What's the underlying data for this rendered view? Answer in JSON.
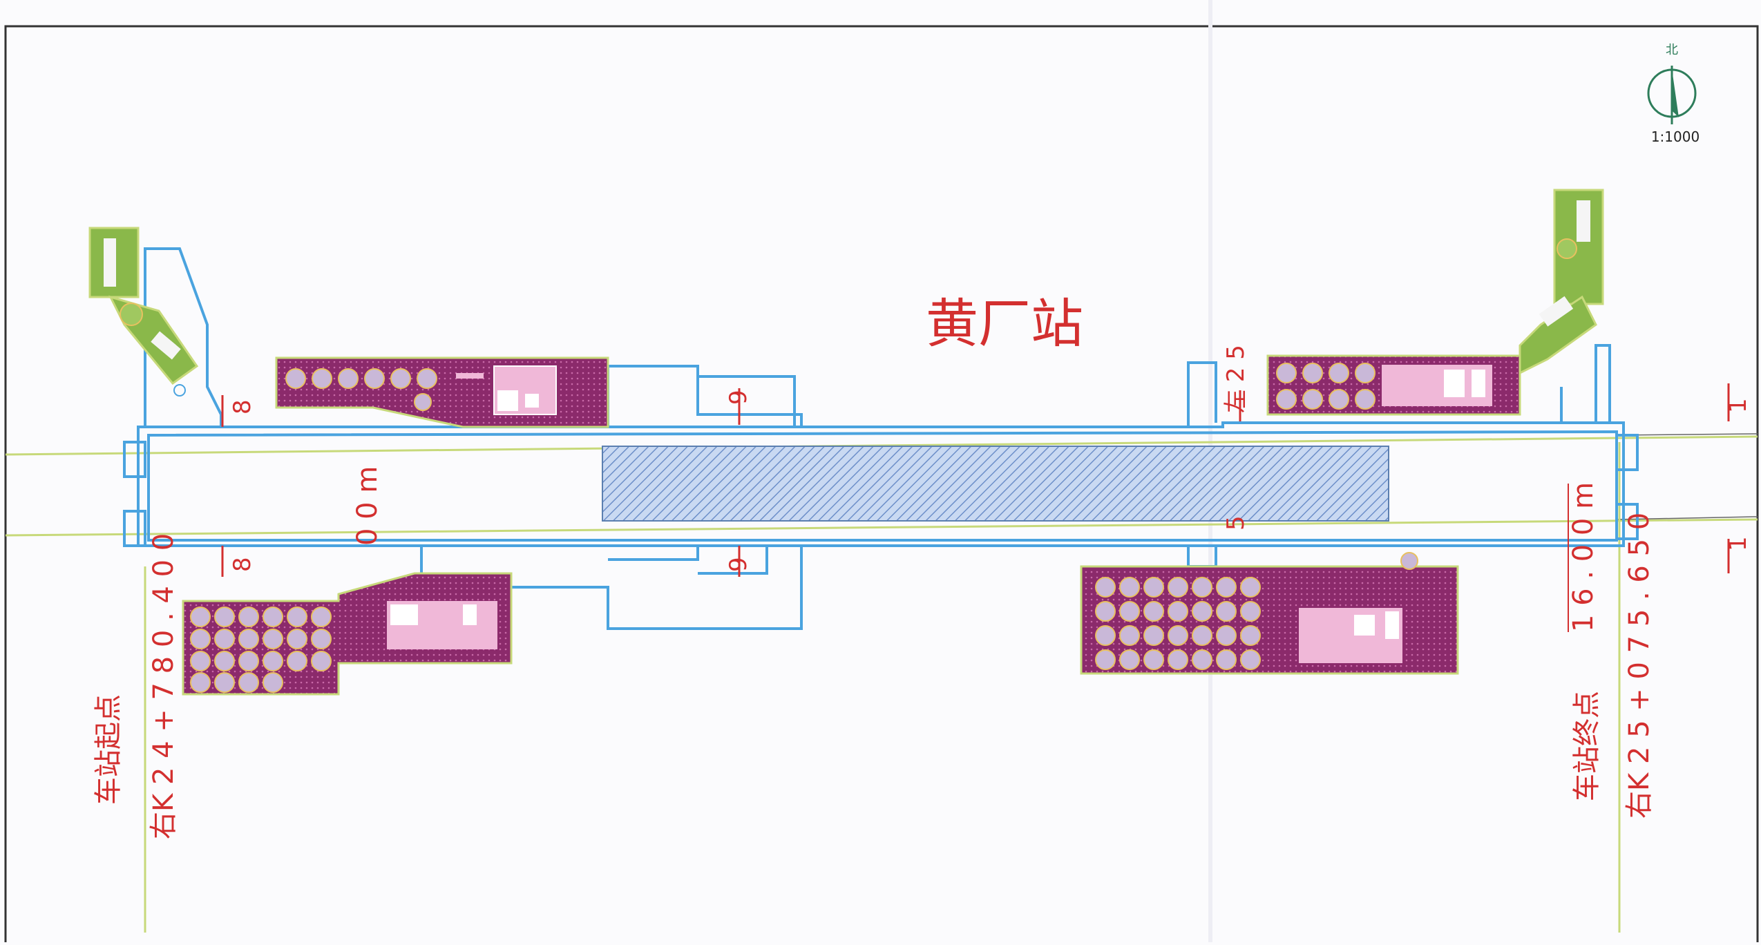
{
  "title": "黄厂站",
  "scale": "1:1000",
  "north_label": "北",
  "start": {
    "label": "车站起点",
    "chainage": "右K 2 4 + 7 8 0 . 4 0 0"
  },
  "end": {
    "label": "车站终点",
    "chainage": "右K 2 5 + 0 7 5 . 6 5 0"
  },
  "length_label": "1 6 . 0 0 m",
  "length_label_left": "0 0 m",
  "section_left_top": "8",
  "section_left_bottom": "8",
  "section_mid_top": "9",
  "section_mid_bottom": "9",
  "section_right_top": "左 2 5",
  "section_right_bottom": "5",
  "edge_marks": [
    "1",
    "1"
  ],
  "colors": {
    "outline": "#4aa3df",
    "equipment": "#8b2a6b",
    "green": "#7cb342",
    "label_red": "#d32f2f",
    "track": "#c7d97a",
    "platform": "#5b7fb0"
  }
}
